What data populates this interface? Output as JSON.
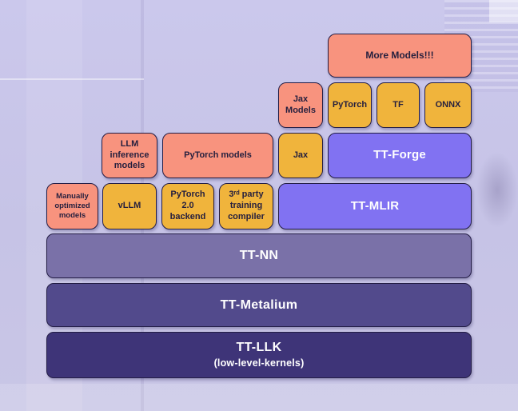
{
  "colors": {
    "salmon": "#F8937E",
    "gold": "#F0B43C",
    "accent": "#8172F2",
    "nn": "#7A71A8",
    "metalium": "#524A8C",
    "llk": "#3E3478",
    "border": "#231D45",
    "text_dark": "#251F3E",
    "background": "#C7C4E8"
  },
  "stack": {
    "more_models": {
      "label": "More Models!!!"
    },
    "jax_models": {
      "label": "Jax Models"
    },
    "pytorch": {
      "label": "PyTorch"
    },
    "tf": {
      "label": "TF"
    },
    "onnx": {
      "label": "ONNX"
    },
    "llm_inference": {
      "label": "LLM inference models"
    },
    "pytorch_models": {
      "label": "PyTorch models"
    },
    "jax": {
      "label": "Jax"
    },
    "tt_forge": {
      "label": "TT-Forge"
    },
    "manually_optimized": {
      "label": "Manually optimized models"
    },
    "vllm": {
      "label": "vLLM"
    },
    "pytorch_backend": {
      "label": "PyTorch 2.0 backend"
    },
    "third_party": {
      "label": "3ʳᵈ party training compiler"
    },
    "tt_mlir": {
      "label": "TT-MLIR"
    },
    "tt_nn": {
      "label": "TT-NN"
    },
    "tt_metalium": {
      "label": "TT-Metalium"
    },
    "tt_llk": {
      "label": "TT-LLK",
      "sublabel": "(low-level-kernels)"
    }
  }
}
